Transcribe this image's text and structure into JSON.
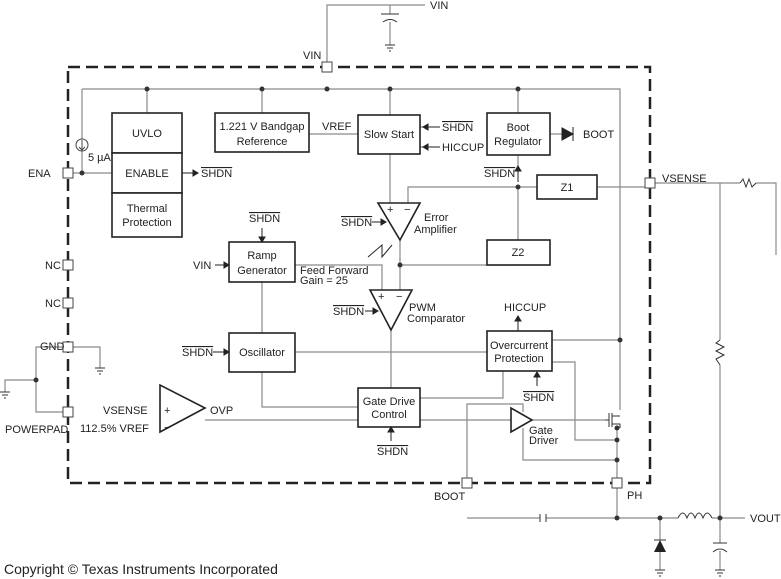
{
  "pins": {
    "vin": "VIN",
    "vin_supply": "VIN",
    "ena": "ENA",
    "nc1": "NC",
    "nc2": "NC",
    "gnd": "GND",
    "powerpad": "POWERPAD",
    "vsense": "VSENSE",
    "boot": "BOOT",
    "ph": "PH",
    "vout": "VOUT"
  },
  "blocks": {
    "uvlo": "UVLO",
    "enable": "ENABLE",
    "thermal_1": "Thermal",
    "thermal_2": "Protection",
    "bandgap_1": "1.221 V Bandgap",
    "bandgap_2": "Reference",
    "slow_start": "Slow Start",
    "boot_reg_1": "Boot",
    "boot_reg_2": "Regulator",
    "z1": "Z1",
    "z2": "Z2",
    "ramp_1": "Ramp",
    "ramp_2": "Generator",
    "oscillator": "Oscillator",
    "ocp_1": "Overcurrent",
    "ocp_2": "Protection",
    "gate_drive_1": "Gate Drive",
    "gate_drive_2": "Control"
  },
  "signals": {
    "shdn": "SHDN",
    "vref": "VREF",
    "hiccup": "HICCUP",
    "boot_out": "BOOT",
    "current_source": "5 µA",
    "error_amp_1": "Error",
    "error_amp_2": "Amplifier",
    "feed_forward_1": "Feed Forward",
    "feed_forward_2": "Gain = 25",
    "pwm_1": "PWM",
    "pwm_2": "Comparator",
    "ramp_vin": "VIN",
    "ovp_vsense": "VSENSE",
    "ovp_vref": "112.5% VREF",
    "ovp": "OVP",
    "gate_driver_1": "Gate",
    "gate_driver_2": "Driver",
    "plus": "+",
    "minus": "−"
  },
  "copyright": "Copyright © Texas Instruments Incorporated"
}
